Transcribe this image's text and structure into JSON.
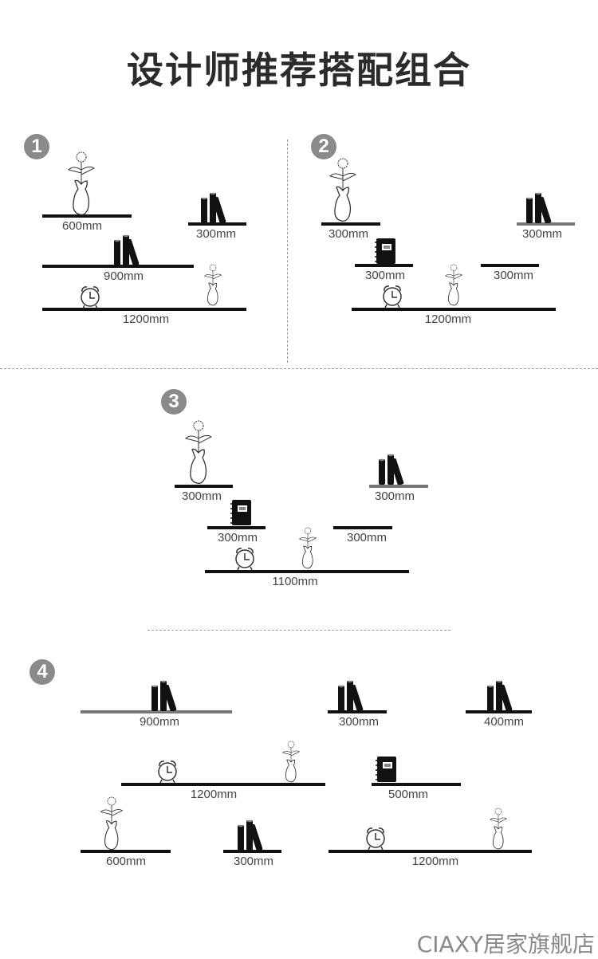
{
  "title": "设计师推荐搭配组合",
  "sections": [
    {
      "number": "1",
      "shelves": [
        "600mm",
        "300mm",
        "900mm",
        "1200mm"
      ]
    },
    {
      "number": "2",
      "shelves": [
        "300mm",
        "300mm",
        "300mm",
        "300mm",
        "1200mm"
      ]
    },
    {
      "number": "3",
      "shelves": [
        "300mm",
        "300mm",
        "300mm",
        "300mm",
        "1100mm"
      ]
    },
    {
      "number": "4",
      "shelves": [
        "900mm",
        "300mm",
        "400mm",
        "1200mm",
        "500mm",
        "600mm",
        "300mm",
        "1200mm"
      ]
    }
  ],
  "footer": "CIAXY居家旗舰店",
  "colors": {
    "shelf": "#111111",
    "shelf_gray": "#777777",
    "badge": "#8a8a8a"
  }
}
